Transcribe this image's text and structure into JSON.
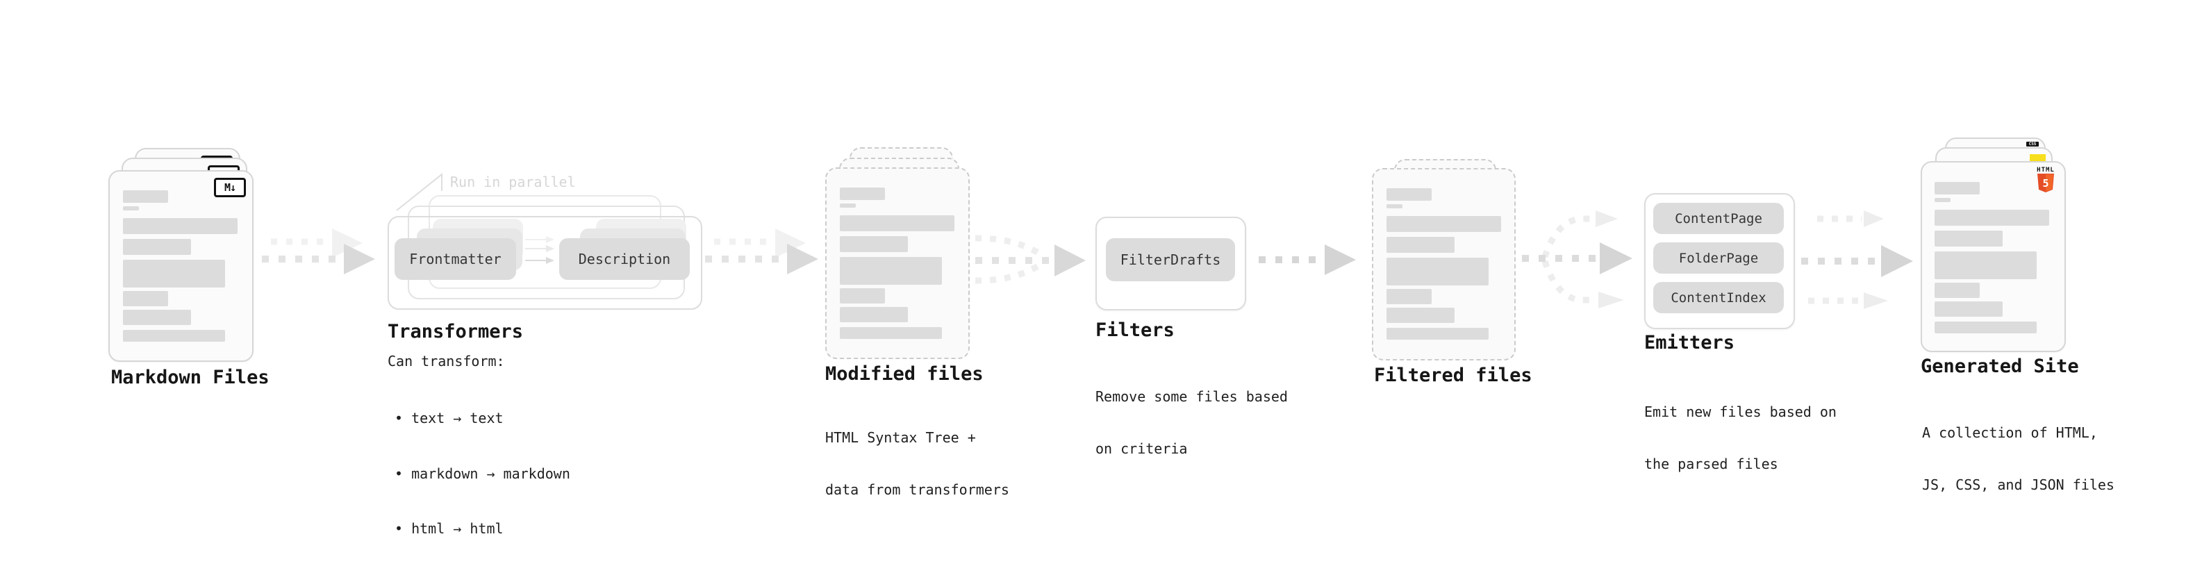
{
  "colors": {
    "html5_orange": "#e44d26",
    "html5_orange_light": "#f16529",
    "js_yellow": "#f7df1e",
    "css_blue": "#2965f1",
    "pill_gray": "#dcdcdc",
    "arrow_gray": "#d6d6d6"
  },
  "stages": {
    "markdown_files": {
      "label": "Markdown Files",
      "badge": "M↓"
    },
    "transformers": {
      "heading": "Transformers",
      "parallel_note": "Run in parallel",
      "pill_left": "Frontmatter",
      "pill_right": "Description",
      "caption": "Can transform:",
      "bullets": [
        "• text → text",
        "• markdown → markdown",
        "• html → html"
      ]
    },
    "modified_files": {
      "label": "Modified files",
      "caption_line1": "HTML Syntax Tree +",
      "caption_line2": "data from transformers"
    },
    "filters": {
      "heading": "Filters",
      "pill": "FilterDrafts",
      "caption_line1": "Remove some files based",
      "caption_line2": "on criteria"
    },
    "filtered_files": {
      "label": "Filtered files"
    },
    "emitters": {
      "heading": "Emitters",
      "pills": [
        "ContentPage",
        "FolderPage",
        "ContentIndex"
      ],
      "caption_line1": "Emit new files based on",
      "caption_line2": "the parsed files"
    },
    "generated_site": {
      "label": "Generated Site",
      "caption_line1": "A collection of HTML,",
      "caption_line2": "JS, CSS, and JSON files",
      "badge_html_word": "HTML",
      "badge_html_num": "5",
      "badge_css": "CSS"
    }
  }
}
